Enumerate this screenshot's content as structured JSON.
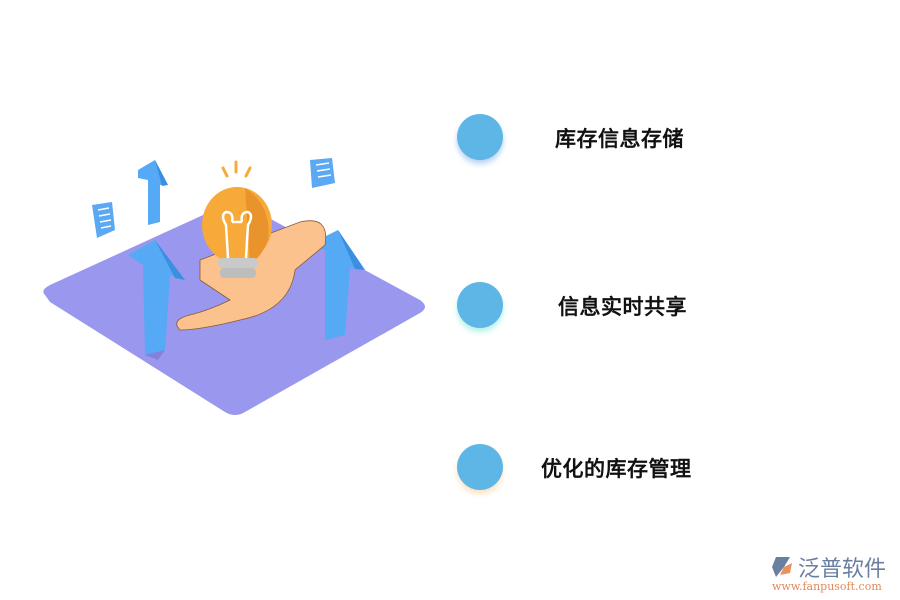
{
  "items": [
    {
      "label": "库存信息存储",
      "dot_color": "#5db6e6",
      "shadow_color": "#b7d3f5"
    },
    {
      "label": "信息实时共享",
      "dot_color": "#5db6e6",
      "shadow_color": "#b7f0ea"
    },
    {
      "label": "优化的库存管理",
      "dot_color": "#5db6e6",
      "shadow_color": "#fde3c4"
    }
  ],
  "illustration": {
    "platform_color": "#9a97ef",
    "arrow_color": "#55a9f5",
    "bulb_color": "#f7a93a",
    "hand_color": "#fcc28e",
    "icons": [
      "up-arrow-icon",
      "lightbulb-icon",
      "hand-icon",
      "document-icon"
    ]
  },
  "logo": {
    "name": "泛普软件",
    "url": "www.fanpusoft.com"
  }
}
